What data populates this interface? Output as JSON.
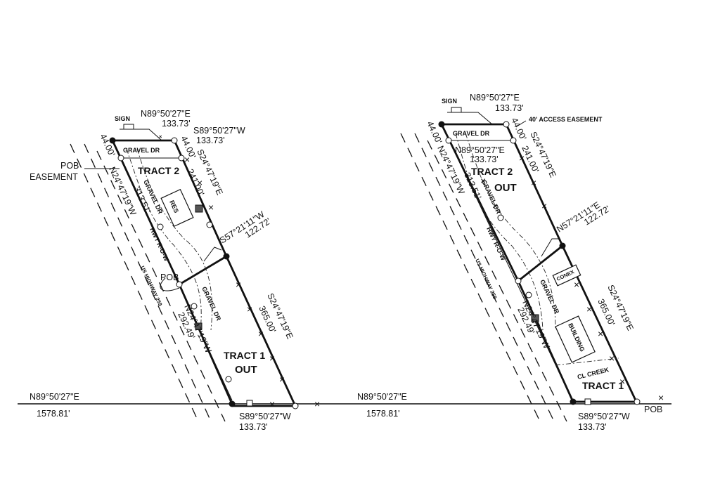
{
  "left_plat": {
    "north_line": "N89°50'27\"E",
    "north_dist": "133.73'",
    "north_inner_line": "S89°50'27\"W",
    "north_inner_dist": "133.73'",
    "sign": "SIGN",
    "west_width": "44.00'",
    "east_width": "44.00'",
    "gravel_dr_top": "GRAVEL DR",
    "tract2": "TRACT 2",
    "pob_easement_1": "POB",
    "pob_easement_2": "EASEMENT",
    "west_bearing_upper": "N24°47'19\"W",
    "west_dist_upper": "313.51'",
    "gravel_dr_diag": "GRAVEL DR",
    "res": "RES",
    "east_bearing_upper": "S24°47'19\"E",
    "east_dist_upper": "241.00'",
    "divider_bearing": "S57°21'11\"W",
    "divider_dist": "122.72'",
    "hwy_row": "HWY R-O-W",
    "us_highway": "US HIGHWAY 259",
    "pob": "POB",
    "gravel_dr_lower": "GRAVEL DR",
    "west_bearing_lower": "N24°47'19\"W",
    "west_dist_lower": "292.49'",
    "east_bearing_lower": "S24°47'19\"E",
    "east_dist_lower": "365.00'",
    "tract1": "TRACT 1",
    "out": "OUT",
    "base_bearing": "N89°50'27\"E",
    "base_dist": "1578.81'",
    "south_bearing": "S89°50'27\"W",
    "south_dist": "133.73'"
  },
  "right_plat": {
    "north_line": "N89°50'27\"E",
    "north_dist": "133.73'",
    "sign": "SIGN",
    "access_easement": "40' ACCESS EASEMENT",
    "west_width": "44.00'",
    "east_width": "44.00'",
    "gravel_dr_top": "GRAVEL DR",
    "north_inner_line": "N89°50'27\"E",
    "north_inner_dist": "133.73'",
    "tract2": "TRACT 2",
    "out_upper": "OUT",
    "west_bearing_upper": "N24°47'19\"W",
    "west_dist_upper": "313.51'",
    "gravel_dr_diag": "GRAVEL DR",
    "east_bearing_upper": "S24°47'19\"E",
    "east_dist_upper": "241.00'",
    "divider_bearing": "N57°21'11\"E",
    "divider_dist": "122.72'",
    "hwy_row": "HWY R-O-W",
    "us_highway": "US HIGHWAY 259",
    "conex": "CONEX",
    "gravel_dr_lower": "GRAVEL DR",
    "west_bearing_lower": "N24°47'19\"W",
    "west_dist_lower": "292.49'",
    "building": "BUILDING",
    "east_bearing_lower": "S24°47'19\"E",
    "east_dist_lower": "365.00'",
    "cl_creek": "CL CREEK",
    "tract1": "TRACT 1",
    "base_bearing": "N89°50'27\"E",
    "base_dist": "1578.81'",
    "south_bearing": "S89°50'27\"W",
    "south_dist": "133.73'",
    "pob": "POB"
  }
}
